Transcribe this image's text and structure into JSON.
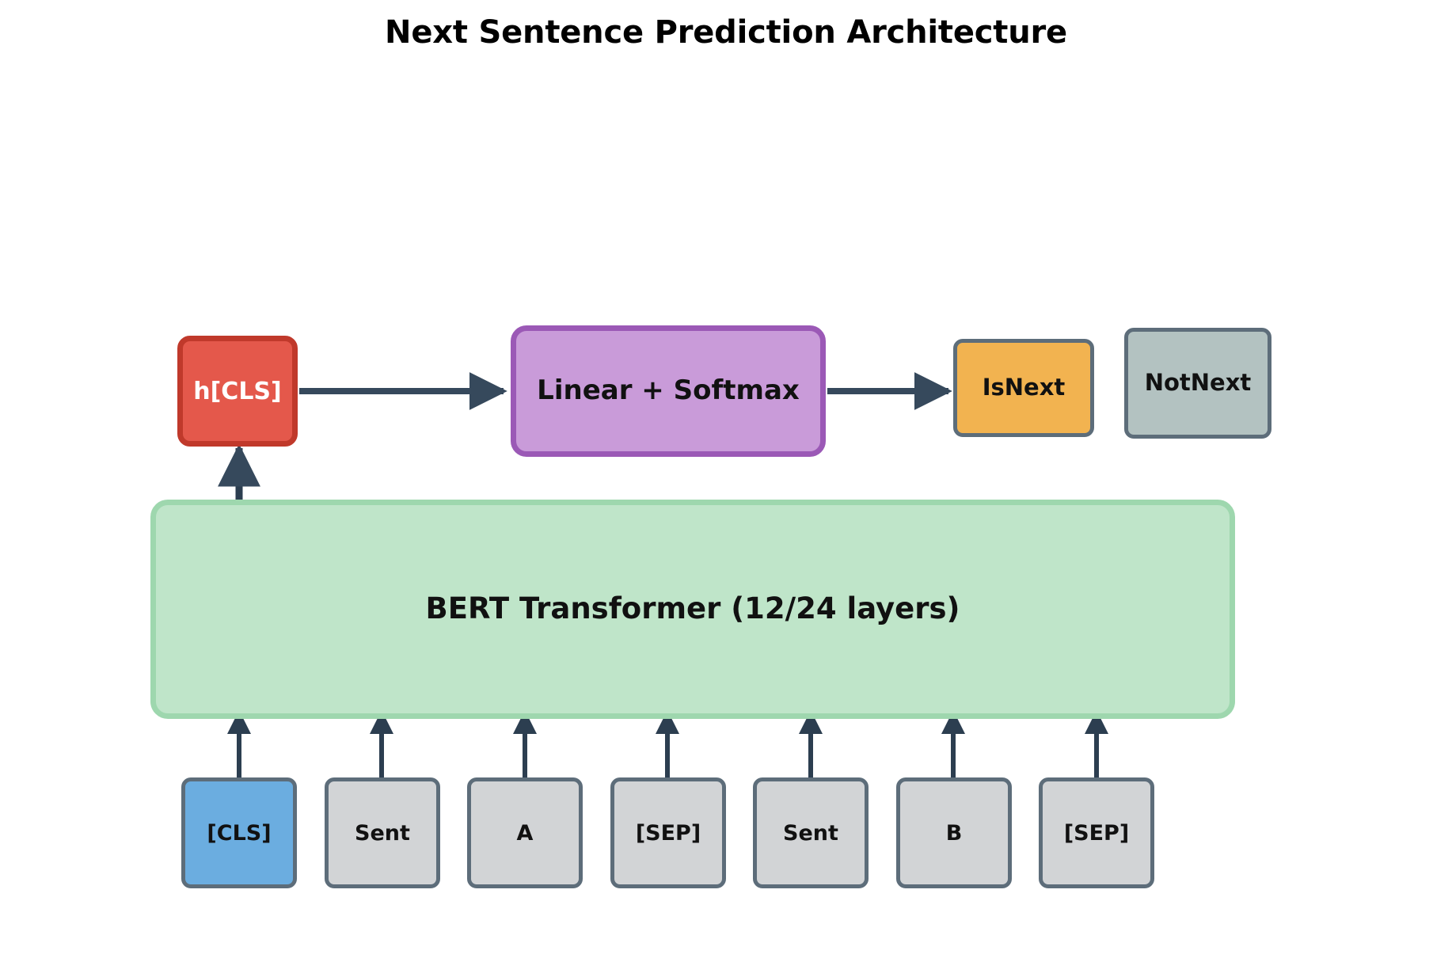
{
  "page": {
    "title": "Next Sentence Prediction Architecture",
    "background": "#ffffff"
  },
  "colors": {
    "hcls_fill": "#e4584b",
    "hcls_border": "#c0392b",
    "linear_fill": "#c99bd9",
    "linear_border": "#9b59b6",
    "isnext_fill": "#f2b350",
    "notnext_fill": "#b3c2c1",
    "bert_fill": "#bfe5c9",
    "bert_border": "#9ed7ae",
    "token_fill": "#d2d4d6",
    "token_cls_fill": "#6bade0",
    "node_border_gray": "#5d6d7a",
    "arrow": "#36495c",
    "text_dark": "#111111",
    "text_light": "#ffffff"
  },
  "nodes": {
    "hcls": {
      "label": "h[CLS]"
    },
    "linear": {
      "label": "Linear + Softmax"
    },
    "isnext": {
      "label": "IsNext"
    },
    "notnext": {
      "label": "NotNext"
    },
    "bert": {
      "label": "BERT Transformer (12/24 layers)"
    }
  },
  "tokens": [
    {
      "label": "[CLS]",
      "highlight": true
    },
    {
      "label": "Sent",
      "highlight": false
    },
    {
      "label": "A",
      "highlight": false
    },
    {
      "label": "[SEP]",
      "highlight": false
    },
    {
      "label": "Sent",
      "highlight": false
    },
    {
      "label": "B",
      "highlight": false
    },
    {
      "label": "[SEP]",
      "highlight": false
    }
  ],
  "edges": [
    {
      "name": "hcls-to-linear",
      "from": "hcls",
      "to": "linear",
      "direction": "right"
    },
    {
      "name": "linear-to-isnext",
      "from": "linear",
      "to": "isnext",
      "direction": "right"
    },
    {
      "name": "bert-to-hcls",
      "from": "bert",
      "to": "hcls",
      "direction": "up"
    },
    {
      "name": "token-0-to-bert",
      "from": "token-0",
      "to": "bert",
      "direction": "up"
    },
    {
      "name": "token-1-to-bert",
      "from": "token-1",
      "to": "bert",
      "direction": "up"
    },
    {
      "name": "token-2-to-bert",
      "from": "token-2",
      "to": "bert",
      "direction": "up"
    },
    {
      "name": "token-3-to-bert",
      "from": "token-3",
      "to": "bert",
      "direction": "up"
    },
    {
      "name": "token-4-to-bert",
      "from": "token-4",
      "to": "bert",
      "direction": "up"
    },
    {
      "name": "token-5-to-bert",
      "from": "token-5",
      "to": "bert",
      "direction": "up"
    },
    {
      "name": "token-6-to-bert",
      "from": "token-6",
      "to": "bert",
      "direction": "up"
    }
  ]
}
